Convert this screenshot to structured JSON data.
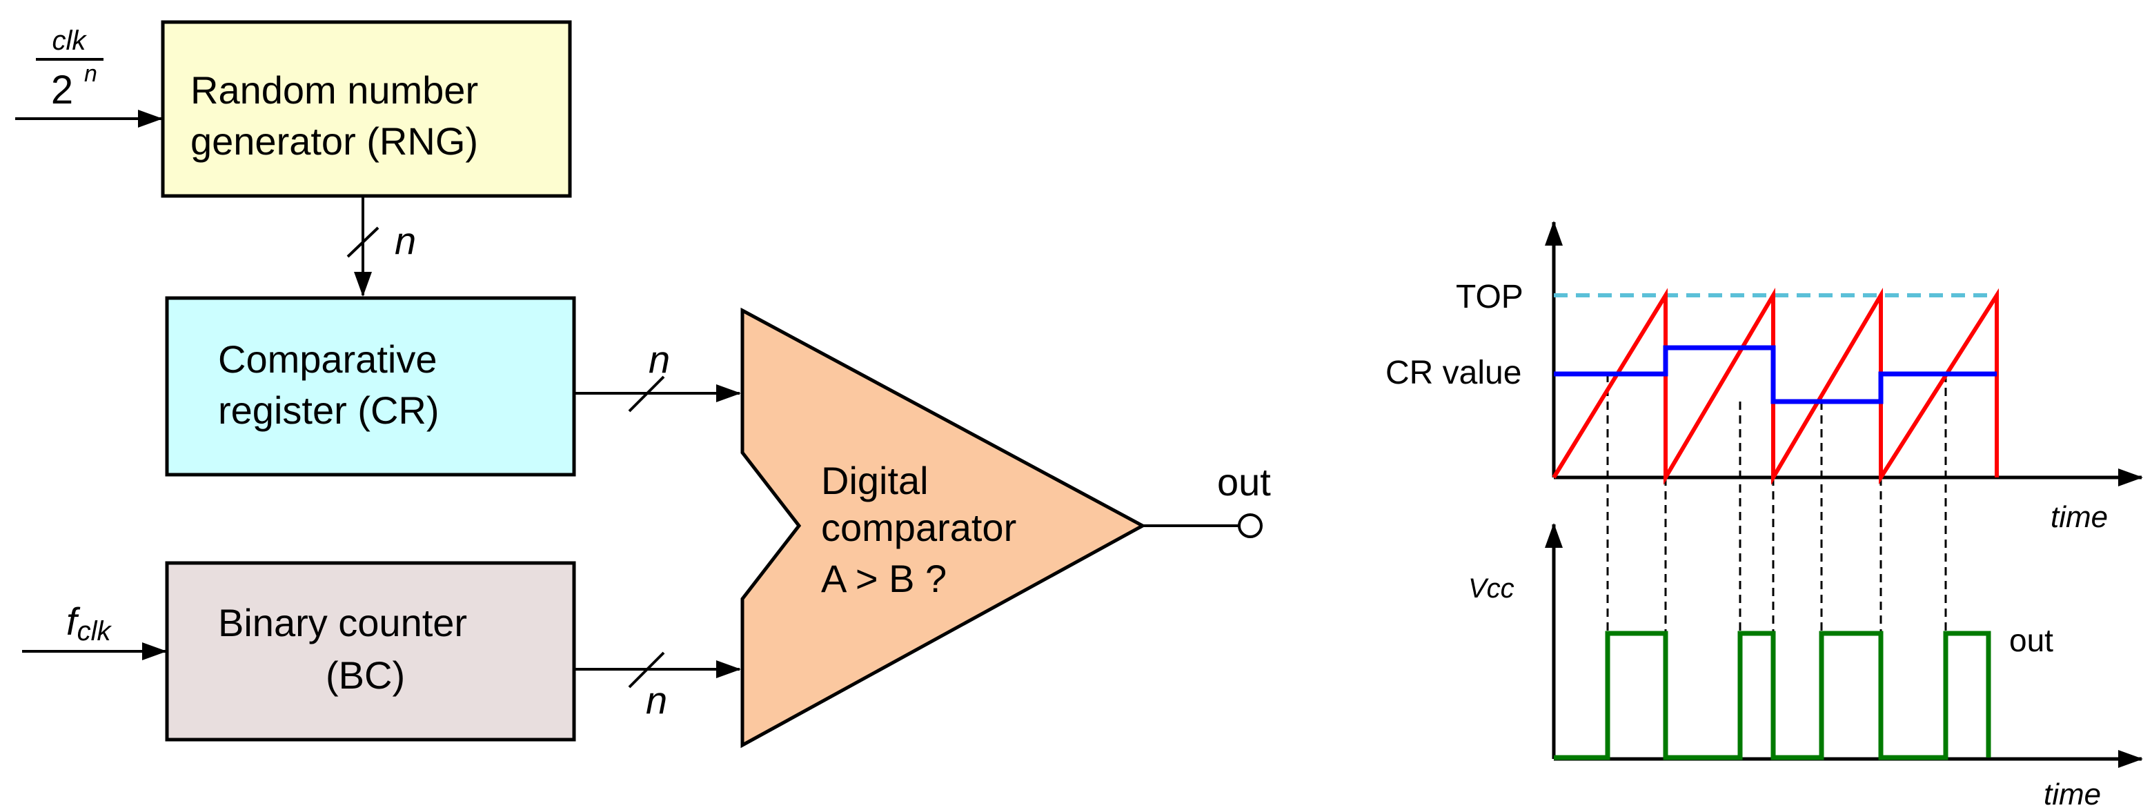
{
  "blocks": {
    "rng": {
      "line1": "Random number",
      "line2": "generator (RNG)",
      "fill": "#fdfdd0"
    },
    "cr": {
      "line1": "Comparative",
      "line2": "register (CR)",
      "fill": "#ccfeff"
    },
    "bc": {
      "line1": "Binary counter",
      "line2": "(BC)",
      "fill": "#e8dede"
    },
    "comparator": {
      "line1": "Digital",
      "line2": "comparator",
      "line3": "A > B ?",
      "fill": "#fbc8a0"
    }
  },
  "signals": {
    "clk_div_num": "clk",
    "clk_div_den": "2",
    "clk_div_exp": "n",
    "bus_width": "n",
    "fclk_main": "f",
    "fclk_sub": "clk",
    "output": "out"
  },
  "timing": {
    "top_label": "TOP",
    "cr_label": "CR value",
    "time_label": "time",
    "vcc_label": "Vcc",
    "out_label": "out",
    "colors": {
      "top_line": "#5bc0d8",
      "sawtooth": "#ff0000",
      "cr_value": "#0000ff",
      "output": "#007a00"
    }
  }
}
